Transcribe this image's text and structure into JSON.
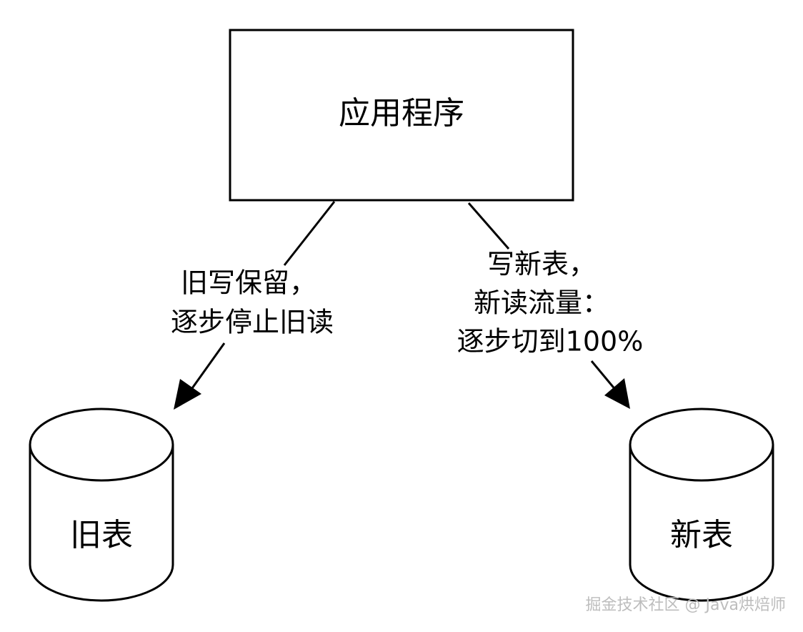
{
  "nodes": {
    "app": {
      "label": "应用程序"
    },
    "old_table": {
      "label": "旧表"
    },
    "new_table": {
      "label": "新表"
    }
  },
  "edges": {
    "to_old": {
      "lines": [
        "旧写保留，",
        "逐步停止旧读"
      ]
    },
    "to_new": {
      "lines": [
        "写新表，",
        "新读流量：",
        "逐步切到100%"
      ]
    }
  },
  "watermark": "掘金技术社区 @ Java烘焙师",
  "colors": {
    "stroke": "#000000",
    "fill": "#ffffff",
    "watermark": "#bdbdbd"
  }
}
